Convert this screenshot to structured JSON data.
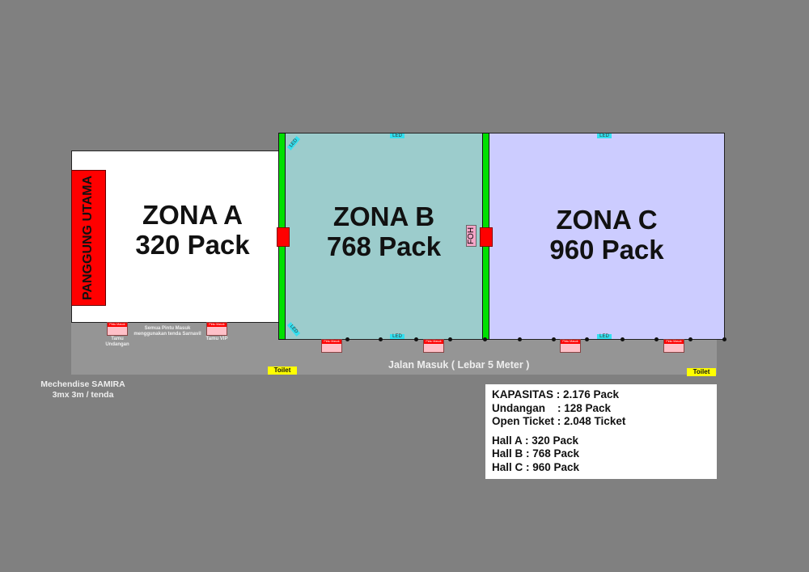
{
  "stage_label": "PANGGUNG UTAMA",
  "zones": [
    {
      "name": "ZONA A",
      "capacity": "320 Pack"
    },
    {
      "name": "ZONA B",
      "capacity": "768 Pack"
    },
    {
      "name": "ZONA C",
      "capacity": "960 Pack"
    }
  ],
  "foh": "FOH",
  "led": "LED",
  "door_label": "Pintu Masuk",
  "door_captions": {
    "undangan": "Tamu Undangan",
    "vip": "Tamu VIP"
  },
  "note": "Semua Pintu Masuk menggunakan tenda Sarnavil",
  "road": "Jalan Masuk ( Lebar 5 Meter )",
  "toilet": "Toilet",
  "merch": {
    "line1": "Mechendise SAMIRA",
    "line2": "3mx 3m / tenda"
  },
  "info": {
    "lines": [
      "KAPASITAS : 2.176 Pack",
      "Undangan    : 128 Pack",
      "Open Ticket : 2.048 Ticket"
    ],
    "halls": [
      "Hall A : 320 Pack",
      "Hall B : 768 Pack",
      "Hall C : 960 Pack"
    ]
  },
  "colors": {
    "zone_a": "#ffffff",
    "zone_b": "#9ccccc",
    "zone_c": "#ccccff",
    "stage": "#ff0000",
    "divider": "#00e000"
  }
}
